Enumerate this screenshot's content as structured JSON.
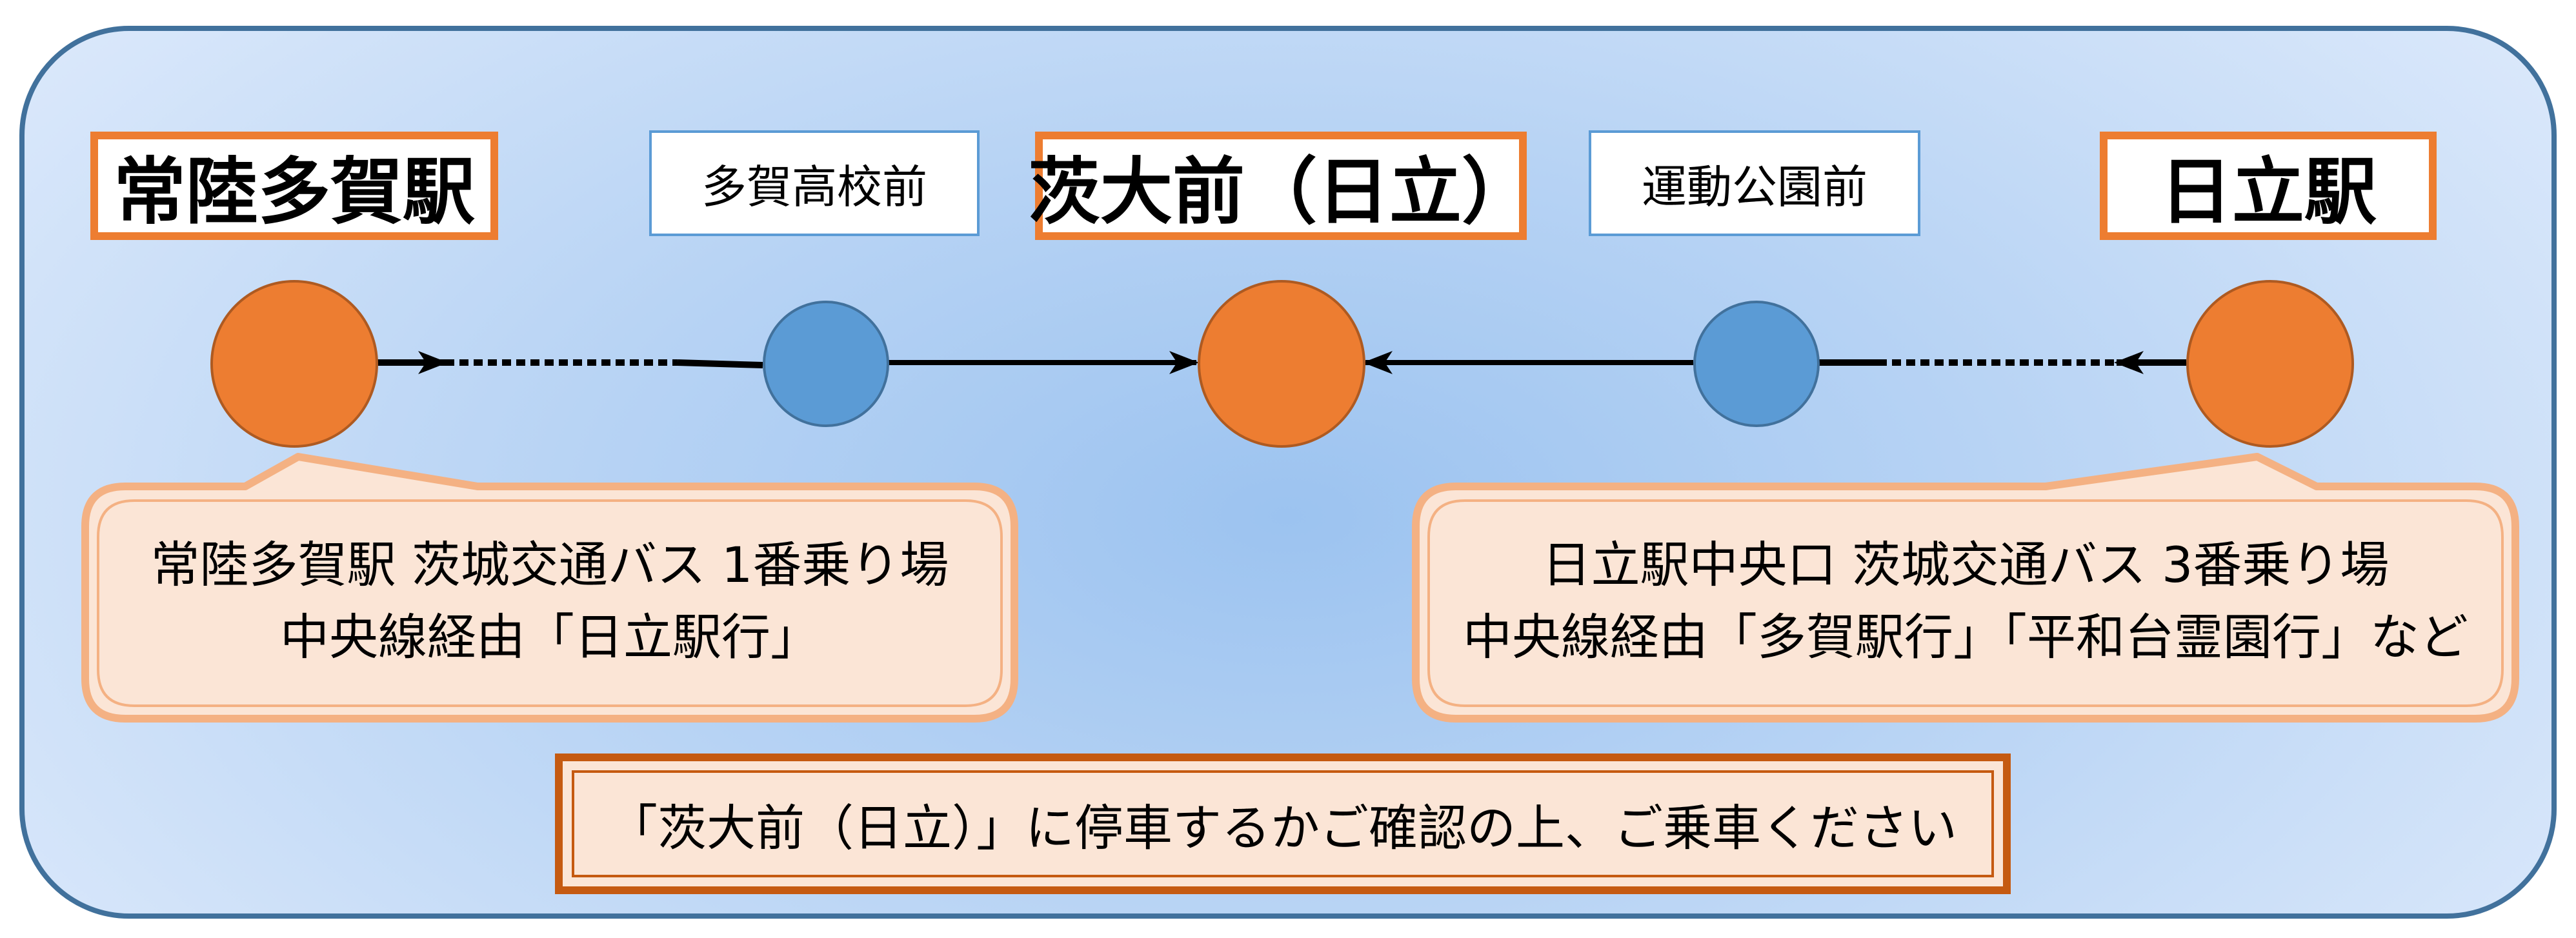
{
  "colors": {
    "frame_border": "#41719c",
    "station_major": "#ed7d31",
    "station_minor": "#5b9bd5",
    "callout_fill": "#fbe5d6",
    "callout_border": "#f4b183",
    "notice_border": "#c55a11",
    "line": "#000000"
  },
  "stations": [
    {
      "name": "常陸多賀駅",
      "kind": "major"
    },
    {
      "name": "多賀高校前",
      "kind": "minor"
    },
    {
      "name": "茨大前（日立）",
      "kind": "major"
    },
    {
      "name": "運動公園前",
      "kind": "minor"
    },
    {
      "name": "日立駅",
      "kind": "major"
    }
  ],
  "callouts": {
    "left": {
      "line1": "常陸多賀駅 茨城交通バス 1番乗り場",
      "line2": "中央線経由「日立駅行」"
    },
    "right": {
      "line1": "日立駅中央口 茨城交通バス 3番乗り場",
      "line2": "中央線経由「多賀駅行」「平和台霊園行」など"
    }
  },
  "notice": "「茨大前（日立）」に停車するかご確認の上、ご乗車ください"
}
